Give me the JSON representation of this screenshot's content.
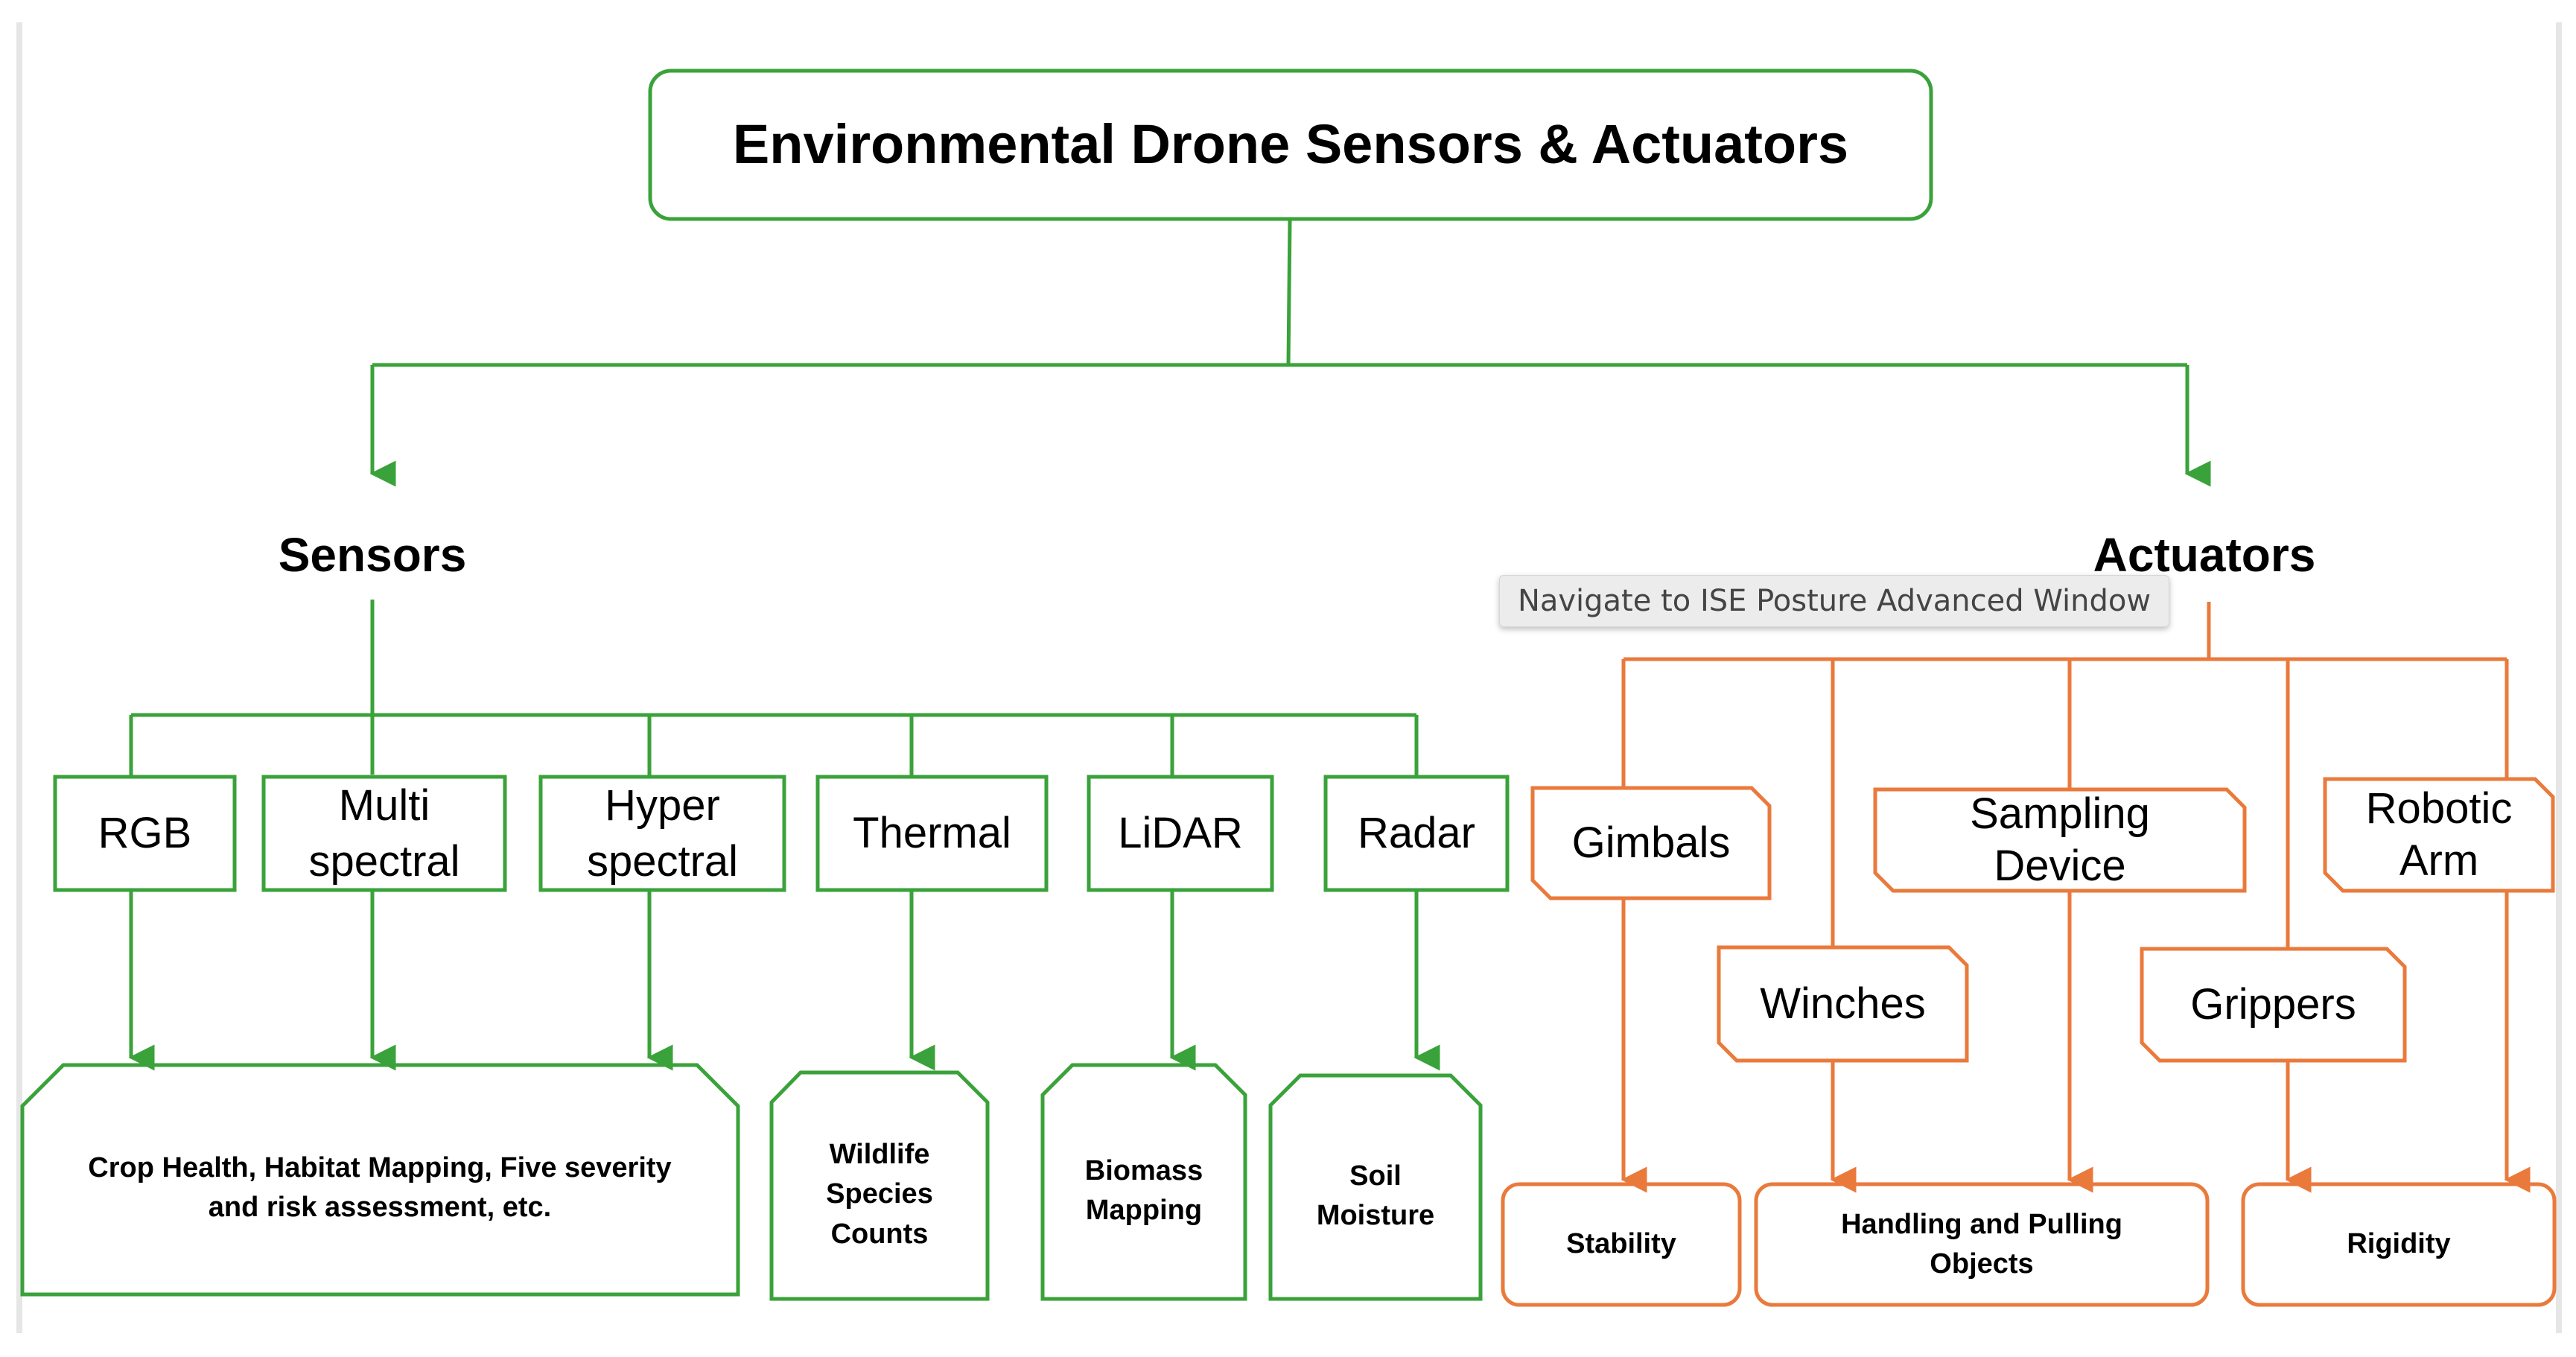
{
  "title": "Environmental Drone Sensors & Actuators",
  "sensors": {
    "heading": "Sensors",
    "items": [
      "RGB",
      "Multi\nspectral",
      "Hyper\nspectral",
      "Thermal",
      "LiDAR",
      "Radar"
    ],
    "applications": [
      "Crop Health, Habitat Mapping, Five severity\nand risk assessment, etc.",
      "Wildlife\nSpecies\nCounts",
      "Biomass\nMapping",
      "Soil\nMoisture"
    ]
  },
  "actuators": {
    "heading": "Actuators",
    "items": [
      "Gimbals",
      "Winches",
      "Sampling\nDevice",
      "Grippers",
      "Robotic\nArm"
    ],
    "results": [
      "Stability",
      "Handling and Pulling\nObjects",
      "Rigidity"
    ]
  },
  "tooltip": "Navigate to ISE Posture Advanced Window",
  "colors": {
    "sensor_stroke": "#3aa23a",
    "actuator_stroke": "#ea7a3c"
  }
}
